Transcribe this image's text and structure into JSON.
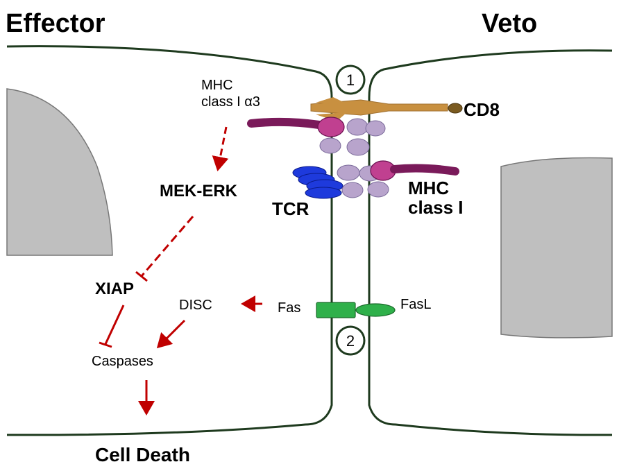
{
  "title_left": "Effector",
  "title_right": "Veto",
  "labels": {
    "mhc_a3_line1": "MHC",
    "mhc_a3_line2": "class I α3",
    "cd8": "CD8",
    "mek_erk": "MEK-ERK",
    "tcr": "TCR",
    "mhc_class_i_line1": "MHC",
    "mhc_class_i_line2": "class I",
    "xiap": "XIAP",
    "disc": "DISC",
    "fas": "Fas",
    "fasl": "FasL",
    "caspases": "Caspases",
    "cell_death": "Cell Death"
  },
  "markers": {
    "one": "1",
    "two": "2"
  },
  "colors": {
    "effector_title": "#c00000",
    "veto_title": "#3a6b1e",
    "cell_death": "#7b1a1a",
    "membrane": "#1e3a1e",
    "arrow": "#c00000",
    "nucleus": "#bfbfbf",
    "cd8": "#c89040",
    "mhc_chain": "#7a1a5a",
    "mhc_domain": "#c04090",
    "b2m": "#b8a4cc",
    "tcr": "#1e3adc",
    "fas": "#2fb04a"
  }
}
